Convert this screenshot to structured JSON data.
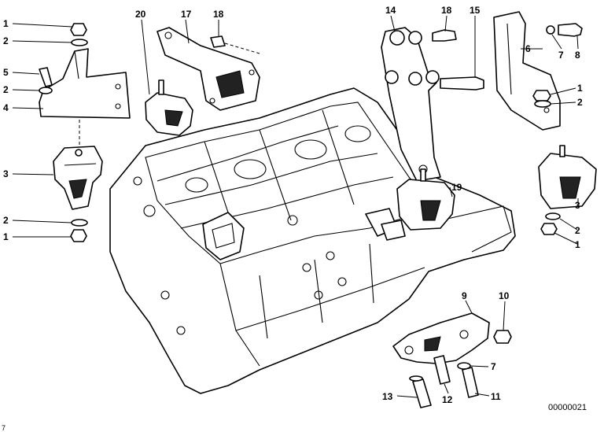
{
  "diagram": {
    "code": "00000021",
    "corner_mark": "7",
    "callouts": [
      {
        "id": "c1a",
        "text": "1"
      },
      {
        "id": "c2a",
        "text": "2"
      },
      {
        "id": "c5",
        "text": "5"
      },
      {
        "id": "c2b",
        "text": "2"
      },
      {
        "id": "c4",
        "text": "4"
      },
      {
        "id": "c3a",
        "text": "3"
      },
      {
        "id": "c2c",
        "text": "2"
      },
      {
        "id": "c1b",
        "text": "1"
      },
      {
        "id": "c20",
        "text": "20"
      },
      {
        "id": "c17",
        "text": "17"
      },
      {
        "id": "c18a",
        "text": "18"
      },
      {
        "id": "c14",
        "text": "14"
      },
      {
        "id": "c18b",
        "text": "18"
      },
      {
        "id": "c15",
        "text": "15"
      },
      {
        "id": "c6",
        "text": "6"
      },
      {
        "id": "c7a",
        "text": "7"
      },
      {
        "id": "c8",
        "text": "8"
      },
      {
        "id": "c1c",
        "text": "1"
      },
      {
        "id": "c2d",
        "text": "2"
      },
      {
        "id": "c19",
        "text": "19"
      },
      {
        "id": "c3b",
        "text": "3"
      },
      {
        "id": "c2e",
        "text": "2"
      },
      {
        "id": "c1d",
        "text": "1"
      },
      {
        "id": "c9",
        "text": "9"
      },
      {
        "id": "c10",
        "text": "10"
      },
      {
        "id": "c7b",
        "text": "7"
      },
      {
        "id": "c13",
        "text": "13"
      },
      {
        "id": "c12",
        "text": "12"
      },
      {
        "id": "c11",
        "text": "11"
      }
    ]
  }
}
